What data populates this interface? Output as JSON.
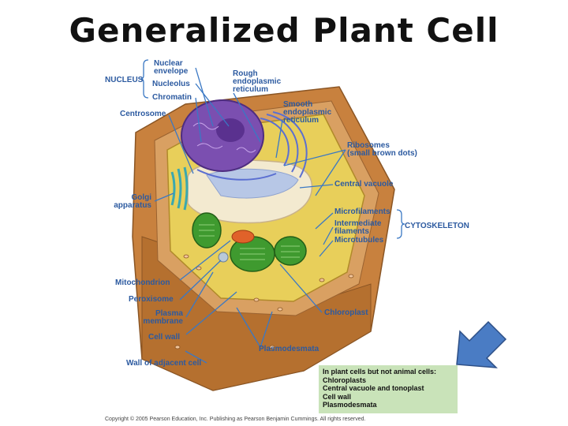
{
  "title": "Generalized Plant Cell",
  "labels": {
    "nuclear_envelope": "Nuclear\nenvelope",
    "nucleus": "NUCLEUS",
    "nucleolus": "Nucleolus",
    "chromatin": "Chromatin",
    "rough_er": "Rough\nendoplasmic\nreticulum",
    "smooth_er": "Smooth\nendoplasmic\nreticulum",
    "centrosome": "Centrosome",
    "ribosomes": "Ribosomes\n(small brown dots)",
    "golgi": "Golgi\napparatus",
    "central_vacuole": "Central vacuole",
    "microfilaments": "Microfilaments",
    "intermediate_filaments": "Intermediate\nfilaments",
    "microtubules": "Microtubules",
    "cytoskeleton": "CYTOSKELETON",
    "mitochondrion": "Mitochondrion",
    "peroxisome": "Peroxisome",
    "plasma_membrane": "Plasma\nmembrane",
    "chloroplast": "Chloroplast",
    "cell_wall": "Cell wall",
    "plasmodesmata": "Plasmodesmata",
    "wall_adjacent": "Wall of adjacent cell"
  },
  "info_box": {
    "heading": "In plant cells but not animal cells:",
    "items": [
      "Chloroplasts",
      "Central vacuole and tonoplast",
      "Cell wall",
      "Plasmodesmata"
    ]
  },
  "copyright": "Copyright © 2005 Pearson Education, Inc. Publishing as Pearson Benjamin Cummings. All rights reserved.",
  "colors": {
    "label_text": "#2c5aa0",
    "leader_line": "#3a78c4",
    "cell_wall": "#c8813e",
    "cytoplasm": "#e8cf5a",
    "nucleus": "#7b4fb0",
    "chloroplast": "#3f9a2f",
    "info_box_bg": "#c9e3b9",
    "arrow_fill": "#4a7cc4"
  },
  "icons": {
    "nav_arrow": "arrow-down-left-icon"
  }
}
